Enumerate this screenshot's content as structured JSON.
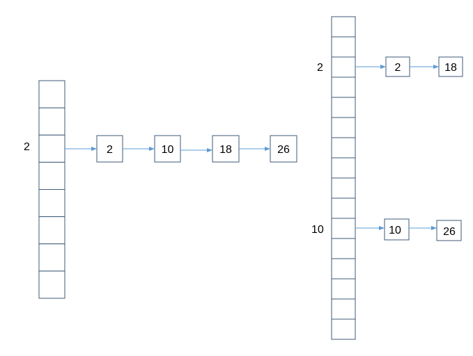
{
  "colors": {
    "table_stroke": "#3e5a78",
    "node_stroke": "#3e5a78",
    "arrow": "#5b9bd5",
    "text": "#000000"
  },
  "left_table": {
    "row_label": "2",
    "chain": [
      "2",
      "10",
      "18",
      "26"
    ]
  },
  "right_table": {
    "rows": [
      {
        "row_label": "2",
        "chain": [
          "2",
          "18"
        ]
      },
      {
        "row_label": "10",
        "chain": [
          "10",
          "26"
        ]
      }
    ]
  }
}
